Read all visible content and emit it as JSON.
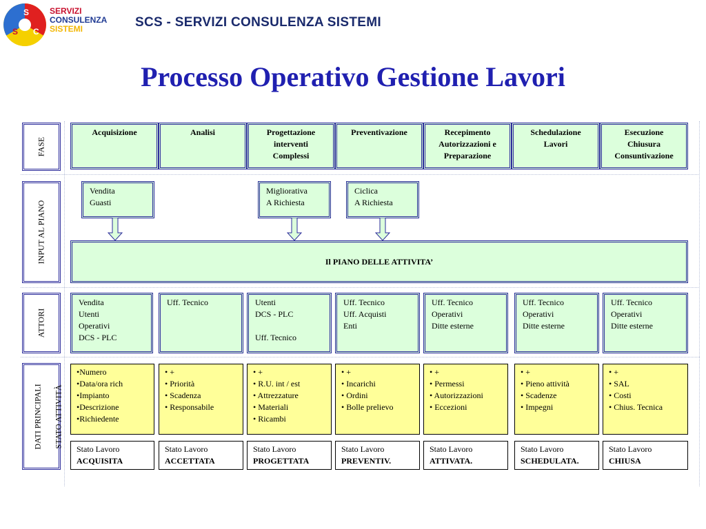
{
  "header": {
    "logo_letters": [
      "S",
      "S",
      "C"
    ],
    "logo_text": [
      "SERVIZI",
      "CONSULENZA",
      "SISTEMI"
    ],
    "company": "SCS - SERVIZI CONSULENZA SISTEMI",
    "title": "Processo Operativo Gestione Lavori"
  },
  "row_labels": {
    "fasi": "FASE",
    "input": "INPUT AL PIANO",
    "attori": "ATTORI",
    "dati": "DATI PRINCIPALI",
    "stato": "STATO ATTIVITÀ"
  },
  "phases": [
    [
      "Acquisizione"
    ],
    [
      "Analisi"
    ],
    [
      "Progettazione",
      "interventi",
      "Complessi"
    ],
    [
      "Preventivazione"
    ],
    [
      "Recepimento",
      "Autorizzazioni e",
      "Preparazione"
    ],
    [
      "Schedulazione",
      "Lavori"
    ],
    [
      "Esecuzione",
      "Chiusura",
      "Consuntivazione"
    ]
  ],
  "inputs": [
    [
      "Vendita",
      "Guasti"
    ],
    [
      "Migliorativa",
      "A Richiesta"
    ],
    [
      "Ciclica",
      "A Richiesta"
    ]
  ],
  "plan": "Il PIANO DELLE ATTIVITA’",
  "actors": [
    [
      "Vendita",
      "Utenti",
      "Operativi",
      "DCS - PLC"
    ],
    [
      "Uff. Tecnico"
    ],
    [
      "Utenti",
      "DCS - PLC",
      "",
      "Uff. Tecnico"
    ],
    [
      "Uff. Tecnico",
      "Uff. Acquisti",
      "Enti"
    ],
    [
      "Uff. Tecnico",
      "Operativi",
      "Ditte esterne"
    ],
    [
      "Uff. Tecnico",
      "Operativi",
      "Ditte esterne"
    ],
    [
      "Uff. Tecnico",
      "Operativi",
      "Ditte esterne"
    ]
  ],
  "data": [
    [
      "•Numero",
      "•Data/ora rich",
      "•Impianto",
      "•Descrizione",
      "•Richiedente"
    ],
    [
      "• +",
      "• Priorità",
      "• Scadenza",
      "• Responsabile"
    ],
    [
      "• +",
      "• R.U.  int /  est",
      "• Attrezzature",
      "• Materiali",
      "• Ricambi"
    ],
    [
      "• +",
      "• Incarichi",
      "• Ordini",
      "• Bolle prelievo"
    ],
    [
      "• +",
      "• Permessi",
      "• Autorizzazioni",
      "• Eccezioni"
    ],
    [
      "• +",
      "• Pieno attività",
      "• Scadenze",
      "• Impegni"
    ],
    [
      "• +",
      "• SAL",
      "• Costi",
      "• Chius. Tecnica"
    ]
  ],
  "states": [
    {
      "label": "Stato Lavoro",
      "value": "ACQUISITA"
    },
    {
      "label": "Stato Lavoro",
      "value": "ACCETTATA"
    },
    {
      "label": "Stato Lavoro",
      "value": "PROGETTATA"
    },
    {
      "label": "Stato Lavoro",
      "value": "PREVENTIV."
    },
    {
      "label": "Stato Lavoro",
      "value": "ATTIVATA."
    },
    {
      "label": "Stato Lavoro",
      "value": "SCHEDULATA."
    },
    {
      "label": "Stato Lavoro",
      "value": "CHIUSA"
    }
  ],
  "colors": {
    "title": "#2020b0",
    "green_box": "#dcffdc",
    "yellow_box": "#ffff99",
    "border": "#2a2a9a"
  }
}
